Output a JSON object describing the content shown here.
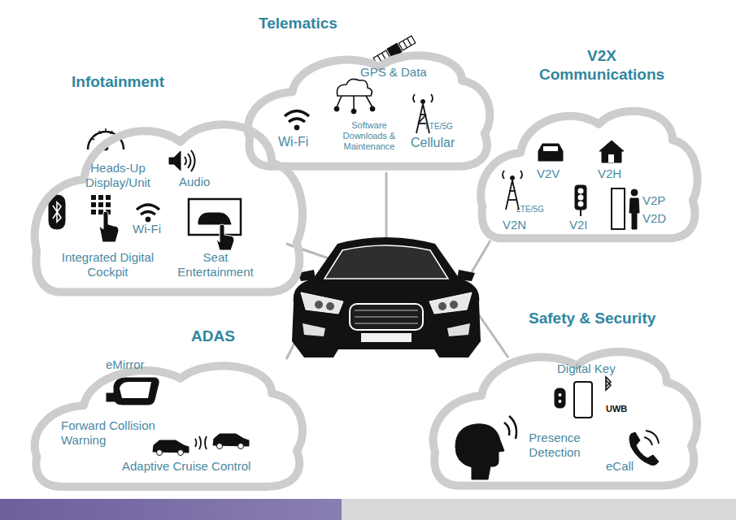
{
  "diagram": {
    "nodes": [
      {
        "text": [
          "Telematics",
          "GPS & Data",
          "Wi-Fi",
          "Software Downloads & Maintenance",
          "LTE/5G",
          "Cellular"
        ]
      },
      {
        "text": [
          "Infotainment",
          "Heads-Up Display/Unit",
          "Audio",
          "Wi-Fi",
          "Integrated Digital Cockpit",
          "Seat Entertainment"
        ]
      },
      {
        "text": [
          "V2X Communications",
          "V2V",
          "V2H",
          "LTE/5G",
          "V2N",
          "V2I",
          "V2P",
          "V2D"
        ]
      },
      {
        "text": [
          "ADAS",
          "eMirror",
          "Forward Collision Warning",
          "Adaptive Cruise Control"
        ]
      },
      {
        "text": [
          "Safety & Security",
          "Digital Key",
          "UWB",
          "Presence Detection",
          "eCall"
        ]
      }
    ]
  }
}
